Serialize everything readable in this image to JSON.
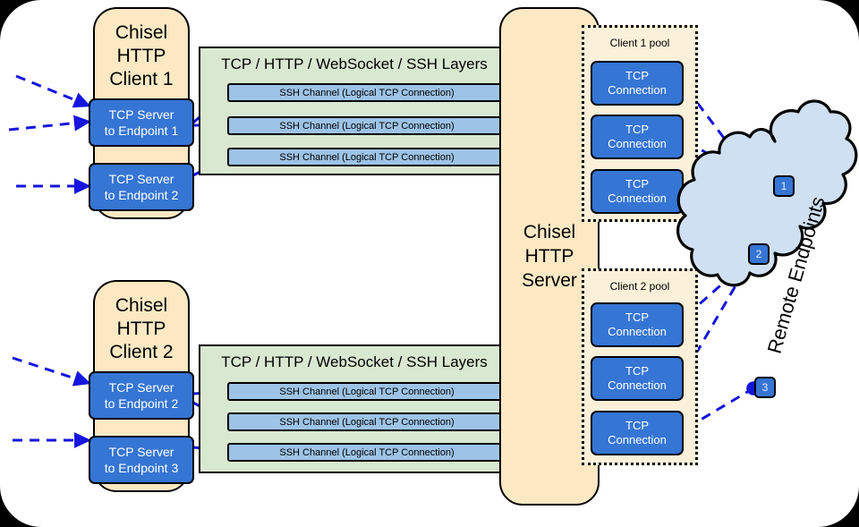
{
  "diagram": {
    "title": "Chisel multi-client tunnel architecture",
    "colors": {
      "cream": "#fce9c3",
      "pool_cream": "#fbf0d9",
      "green_layer": "#d9e8d0",
      "ssh_blue": "#9dc3e6",
      "box_blue": "#3575d4",
      "cloud_blue": "#cfe0f2",
      "arrow_blue": "#1515dd",
      "outline": "#000000"
    },
    "clients": [
      {
        "name": "client1",
        "title": "Chisel\nHTTP\nClient 1",
        "title_lines": [
          "Chisel",
          "HTTP",
          "Client 1"
        ],
        "layer_label": "TCP / HTTP / WebSocket / SSH Layers",
        "tcp_servers": [
          {
            "line1": "TCP Server",
            "line2": "to Endpoint 1"
          },
          {
            "line1": "TCP Server",
            "line2": "to Endpoint 2"
          }
        ],
        "ssh_channels": [
          "SSH Channel (Logical TCP Connection)",
          "SSH Channel (Logical TCP Connection)",
          "SSH Channel (Logical TCP Connection)"
        ]
      },
      {
        "name": "client2",
        "title_lines": [
          "Chisel",
          "HTTP",
          "Client 2"
        ],
        "layer_label": "TCP / HTTP / WebSocket / SSH Layers",
        "tcp_servers": [
          {
            "line1": "TCP Server",
            "line2": "to Endpoint 2"
          },
          {
            "line1": "TCP Server",
            "line2": "to Endpoint 3"
          }
        ],
        "ssh_channels": [
          "SSH Channel (Logical TCP Connection)",
          "SSH Channel (Logical TCP Connection)",
          "SSH Channel (Logical TCP Connection)"
        ]
      }
    ],
    "server": {
      "title_lines": [
        "Chisel",
        "HTTP",
        "Server"
      ]
    },
    "pools": [
      {
        "label": "Client 1 pool",
        "connections": [
          {
            "line1": "TCP",
            "line2": "Connection"
          },
          {
            "line1": "TCP",
            "line2": "Connection"
          },
          {
            "line1": "TCP",
            "line2": "Connection"
          }
        ]
      },
      {
        "label": "Client 2 pool",
        "connections": [
          {
            "line1": "TCP",
            "line2": "Connection"
          },
          {
            "line1": "TCP",
            "line2": "Connection"
          },
          {
            "line1": "TCP",
            "line2": "Connection"
          }
        ]
      }
    ],
    "cloud": {
      "label": "Remote Endpoints",
      "endpoints": [
        {
          "id": "1",
          "label": "1"
        },
        {
          "id": "2",
          "label": "2"
        },
        {
          "id": "3",
          "label": "3"
        }
      ]
    }
  }
}
